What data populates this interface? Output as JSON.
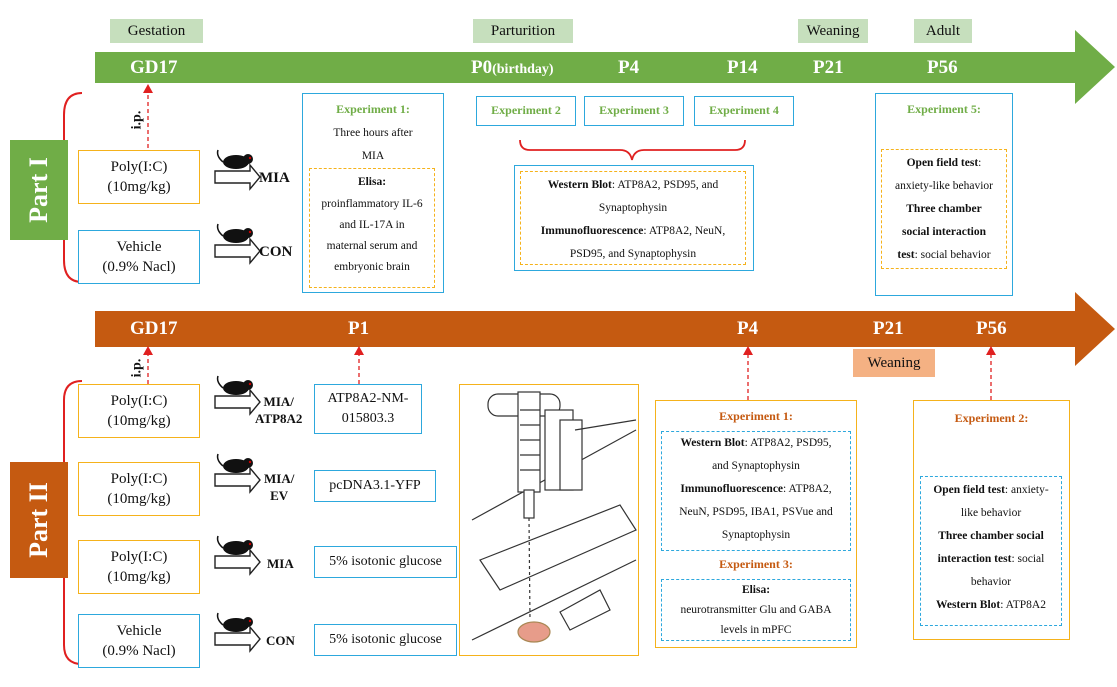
{
  "part1": {
    "label": "Part I",
    "stages": [
      "Gestation",
      "Parturition",
      "Weaning",
      "Adult"
    ],
    "timeline": [
      "GD17",
      "P0",
      "(birthday)",
      "P4",
      "P14",
      "P21",
      "P56"
    ],
    "ip": "i.p.",
    "groups": [
      {
        "line1": "Poly(I:C)",
        "line2": "(10mg/kg)",
        "label": "MIA"
      },
      {
        "line1": "Vehicle",
        "line2": "(0.9% Nacl)",
        "label": "CON"
      }
    ],
    "exp1": {
      "title": "Experiment 1:",
      "time": [
        "Three hours after",
        "MIA"
      ],
      "assay_title": "Elisa:",
      "assay": [
        "proinflammatory IL-6",
        "and IL-17A in",
        "maternal serum and",
        "embryonic brain"
      ]
    },
    "exp_small": [
      "Experiment 2",
      "Experiment 3",
      "Experiment 4"
    ],
    "wb": {
      "wb_title": "Western Blot",
      "wb_text": ": ATP8A2, PSD95, and",
      "wb_text2": "Synaptophysin",
      "if_title": "Immunofluorescence",
      "if_text": ": ATP8A2, NeuN,",
      "if_text2": "PSD95, and Synaptophysin"
    },
    "exp5": {
      "title": "Experiment 5:",
      "of_title": "Open field test",
      "of_text": ":",
      "of_text2": "anxiety-like behavior",
      "tc_title1": "Three chamber",
      "tc_title2": "social interaction",
      "tc_title3": "test",
      "tc_text": ": social behavior"
    }
  },
  "part2": {
    "label": "Part II",
    "timeline": [
      "GD17",
      "P1",
      "P4",
      "P21",
      "P56"
    ],
    "weaning": "Weaning",
    "ip": "i.p.",
    "groups": [
      {
        "line1": "Poly(I:C)",
        "line2": "(10mg/kg)",
        "label1": "MIA/",
        "label2": "ATP8A2",
        "treat": [
          "ATP8A2-NM-",
          "015803.3"
        ]
      },
      {
        "line1": "Poly(I:C)",
        "line2": "(10mg/kg)",
        "label1": "MIA/",
        "label2": "EV",
        "treat": [
          "pcDNA3.1-YFP"
        ]
      },
      {
        "line1": "Poly(I:C)",
        "line2": "(10mg/kg)",
        "label1": "MIA",
        "label2": "",
        "treat": [
          "5% isotonic glucose"
        ]
      },
      {
        "line1": "Vehicle",
        "line2": "(0.9% Nacl)",
        "label1": "CON",
        "label2": "",
        "treat": [
          "5% isotonic glucose"
        ]
      }
    ],
    "exp1": {
      "title": "Experiment 1:",
      "wb_title": "Western Blot",
      "wb_text": ": ATP8A2, PSD95,",
      "wb_text2": "and Synaptophysin",
      "if_title": "Immunofluorescence",
      "if_text": ": ATP8A2,",
      "if_text2": "NeuN, PSD95, IBA1, PSVue and",
      "if_text3": "Synaptophysin"
    },
    "exp3": {
      "title": "Experiment 3:",
      "assay_title": "Elisa:",
      "assay": [
        "neurotransmitter Glu and GABA",
        "levels in mPFC"
      ]
    },
    "exp2": {
      "title": "Experiment 2:",
      "of_title": "Open field test",
      "of_text": ": anxiety-",
      "of_text2": "like behavior",
      "tc_title": "Three chamber social",
      "tc_title2": "interaction test",
      "tc_text": ": social",
      "tc_text2": "behavior",
      "wb_title": "Western Blot",
      "wb_text": ": ATP8A2"
    }
  },
  "colors": {
    "green": "#70ad47",
    "orange": "#c55a11",
    "blue": "#2da8dd",
    "yellow": "#f5b21b",
    "red": "#e03030"
  }
}
